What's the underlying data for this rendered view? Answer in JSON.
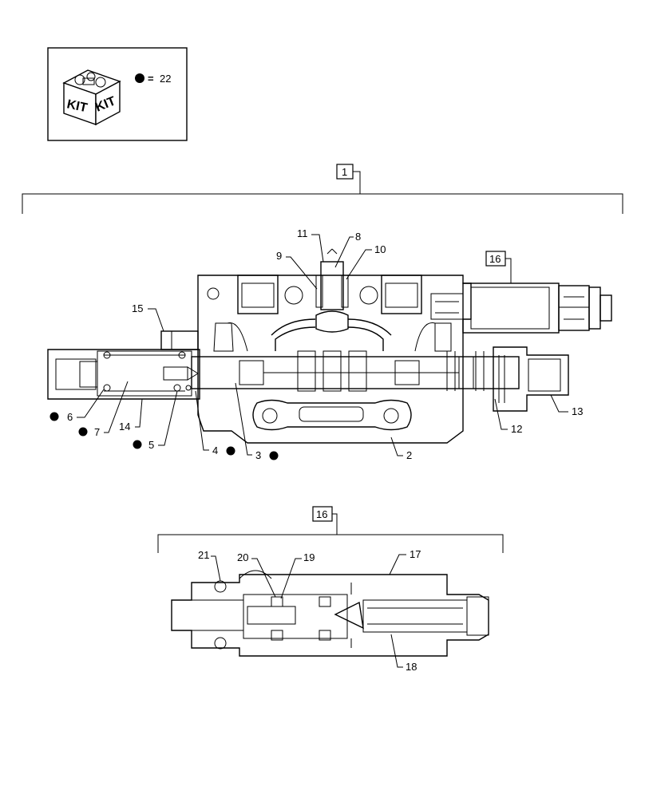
{
  "kit_legend": {
    "kit_text_left": "KIT",
    "kit_text_right": "KIT",
    "symbol": "●",
    "equals": "=",
    "value": "22"
  },
  "callouts": {
    "c1": "1",
    "c2": "2",
    "c3": "3",
    "c4": "4",
    "c5": "5",
    "c6": "6",
    "c7": "7",
    "c8": "8",
    "c9": "9",
    "c10": "10",
    "c11": "11",
    "c12": "12",
    "c13": "13",
    "c14": "14",
    "c15": "15",
    "c16": "16",
    "c16b": "16",
    "c17": "17",
    "c18": "18",
    "c19": "19",
    "c20": "20",
    "c21": "21"
  },
  "kit_marker_icon": "filled-circle-icon"
}
